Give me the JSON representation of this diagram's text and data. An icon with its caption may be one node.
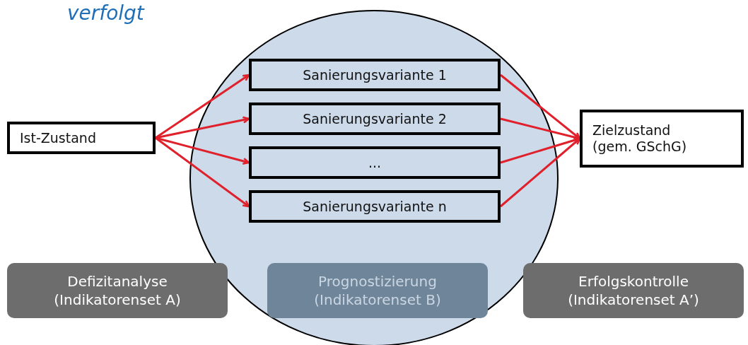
{
  "diagram": {
    "nodes": [
      {
        "text": [
          "Ist-Zustand"
        ]
      },
      {
        "text": [],
        "shape": "circle"
      },
      {
        "text": [
          "Sanierungsvariante 1"
        ],
        "in": 1
      },
      {
        "text": [
          "Sanierungsvariante 2"
        ],
        "in": 1
      },
      {
        "text": [
          "..."
        ],
        "in": 1
      },
      {
        "text": [
          "Sanierungsvariante n"
        ],
        "in": 1
      },
      {
        "text": [
          "Zielzustand (gem. GSchG)"
        ]
      },
      {
        "text": [
          "Defizitanalyse",
          "(Indikatorenset A)"
        ]
      },
      {
        "text": [
          "Prognostizierung",
          "(Indikatorenset B)"
        ],
        "in": 1
      },
      {
        "text": [
          "Erfolgskontrolle",
          "(Indikatorenset A’)"
        ]
      }
    ],
    "edges": [
      {
        "from": 0,
        "to": 2,
        "arrow": "to"
      },
      {
        "from": 0,
        "to": 3,
        "arrow": "to"
      },
      {
        "from": 0,
        "to": 4,
        "arrow": "to"
      },
      {
        "from": 0,
        "to": 5,
        "arrow": "to"
      },
      {
        "from": 2,
        "to": 6,
        "arrow": "to"
      },
      {
        "from": 3,
        "to": 6,
        "arrow": "to"
      },
      {
        "from": 4,
        "to": 6,
        "arrow": "to"
      },
      {
        "from": 5,
        "to": 6,
        "arrow": "to"
      }
    ],
    "labels": [
      "verfolgt"
    ]
  }
}
